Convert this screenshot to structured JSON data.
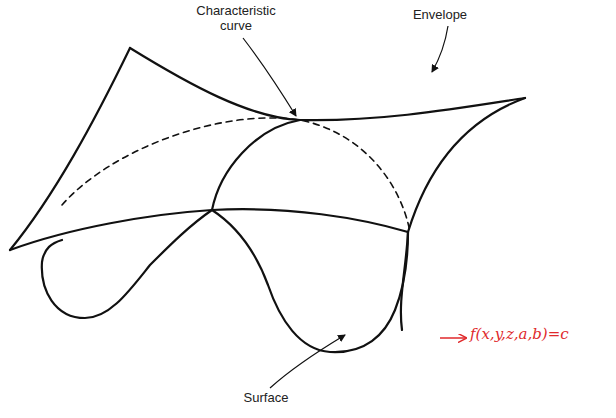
{
  "diagram": {
    "labels": [
      "Characteristic curve",
      "Envelope",
      "Surface",
      "f(x,y,z,a,b)=c"
    ]
  }
}
